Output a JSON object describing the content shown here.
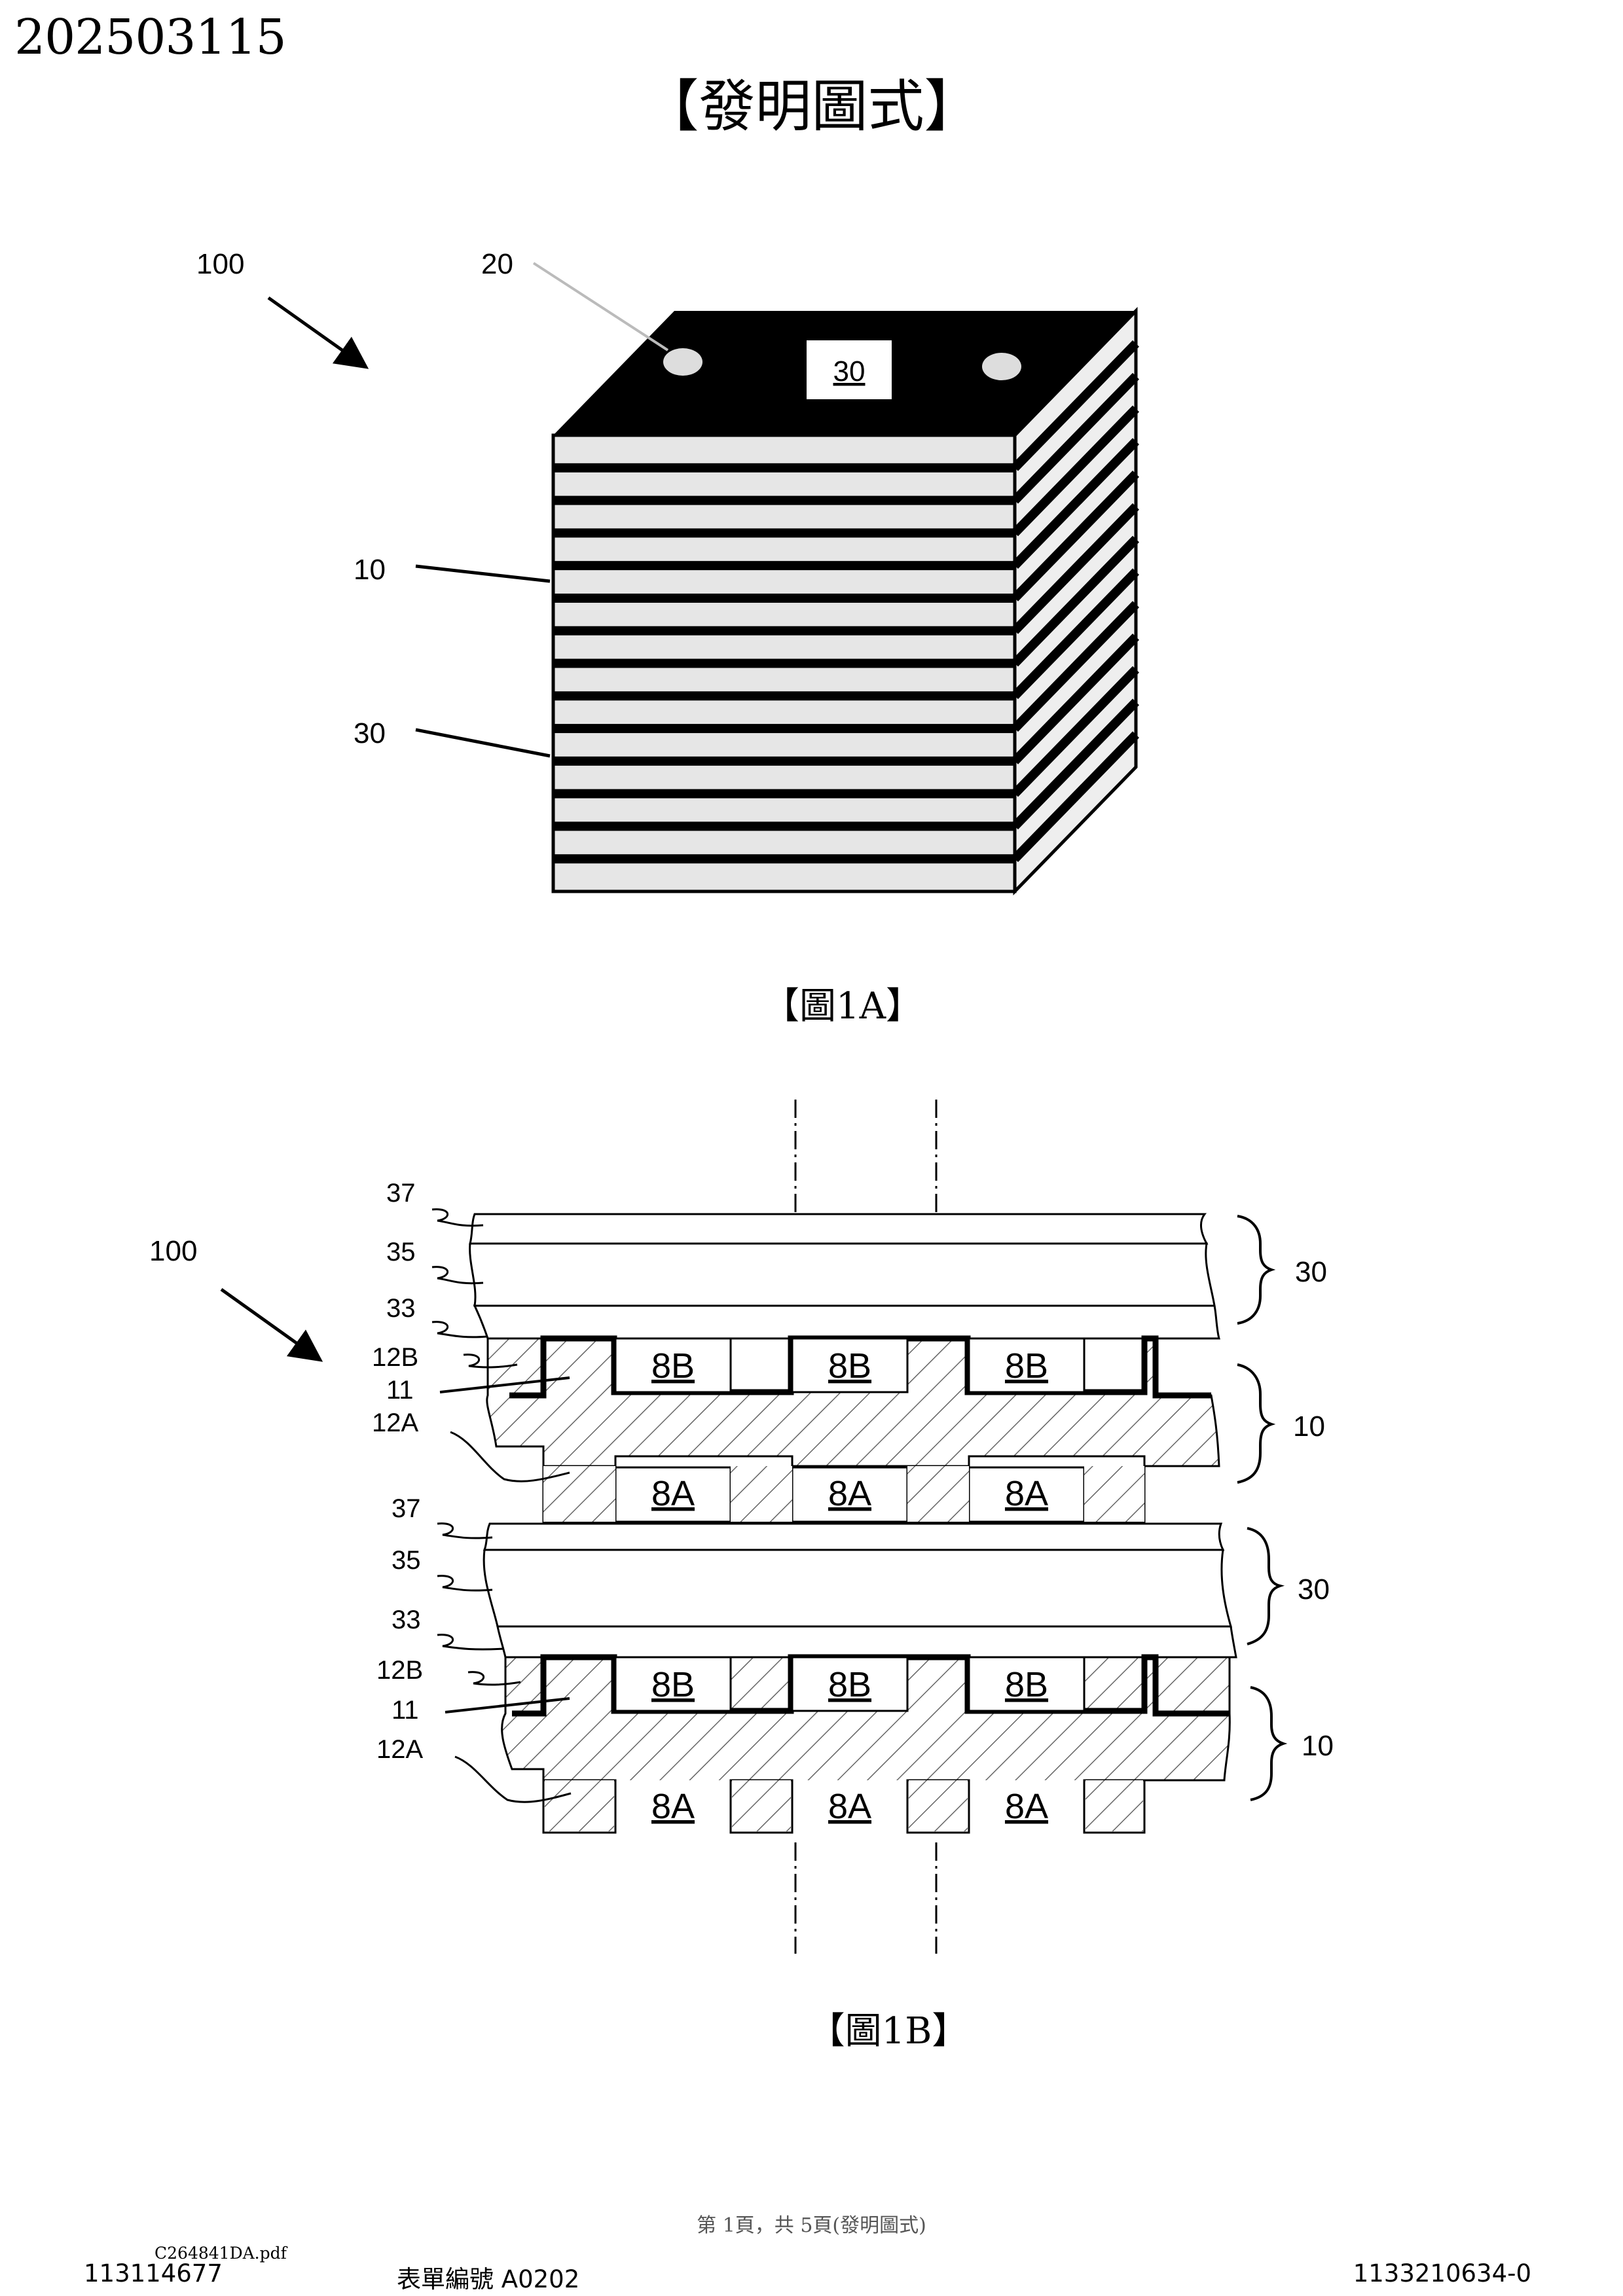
{
  "publication_number": "202503115",
  "page_title": "【發明圖式】",
  "figures": {
    "fig1a": {
      "caption": "【圖1A】",
      "labels": {
        "assembly": "100",
        "holes": "20",
        "top_plate": "30",
        "layer_a": "10",
        "layer_b": "30"
      }
    },
    "fig1b": {
      "caption": "【圖1B】",
      "labels": {
        "assembly": "100",
        "l37": "37",
        "l35": "35",
        "l33": "33",
        "l12b": "12B",
        "l11": "11",
        "l12a": "12A",
        "group30": "30",
        "group10": "10",
        "b_channel": "8B",
        "a_channel": "8A"
      }
    }
  },
  "footer": {
    "page_info": "第 1頁，共 5頁(發明圖式)",
    "file_id": "C264841DA.pdf",
    "application_number": "113114677",
    "form_number": "表單編號 A0202",
    "serial_number": "1133210634-0"
  }
}
